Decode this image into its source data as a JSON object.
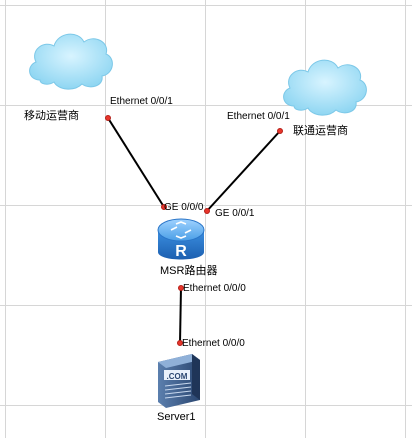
{
  "nodes": {
    "isp_mobile": {
      "label": "移动运营商",
      "icon": "cloud-icon"
    },
    "isp_unicom": {
      "label": "联通运营商",
      "icon": "cloud-icon"
    },
    "router": {
      "label": "MSR路由器",
      "icon": "router-icon",
      "glyph": "R"
    },
    "server": {
      "label": "Server1",
      "icon": "server-icon",
      "glyph": ".COM"
    }
  },
  "links": [
    {
      "from": "isp_mobile",
      "to": "router",
      "from_port": "Ethernet 0/0/1",
      "to_port": "GE 0/0/0"
    },
    {
      "from": "isp_unicom",
      "to": "router",
      "from_port": "Ethernet 0/0/1",
      "to_port": "GE 0/0/1"
    },
    {
      "from": "router",
      "to": "server",
      "from_port": "Ethernet 0/0/0",
      "to_port": "Ethernet 0/0/0"
    }
  ],
  "colors": {
    "link": "#000000",
    "port_dot": "#e8352b",
    "cloud": "#a6e0f5",
    "router": "#3a8fd6",
    "server": "#2f4f7a"
  }
}
